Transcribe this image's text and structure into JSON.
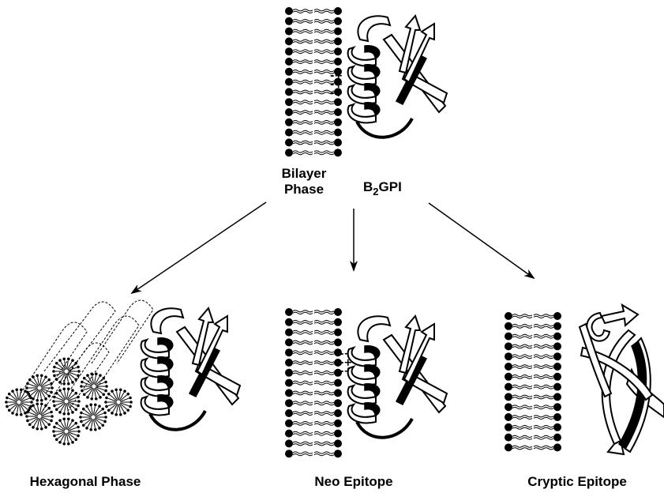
{
  "colors": {
    "ink": "#000000",
    "paper": "#ffffff"
  },
  "top": {
    "membrane_label_line1": "Bilayer",
    "membrane_label_line2": "Phase",
    "protein_label_main": "B",
    "protein_label_sub": "2",
    "protein_label_rest": "GPI",
    "charges": "-+"
  },
  "bottom": {
    "left_label": "Hexagonal Phase",
    "center_label": "Neo Epitope",
    "right_label": "Cryptic Epitope"
  }
}
